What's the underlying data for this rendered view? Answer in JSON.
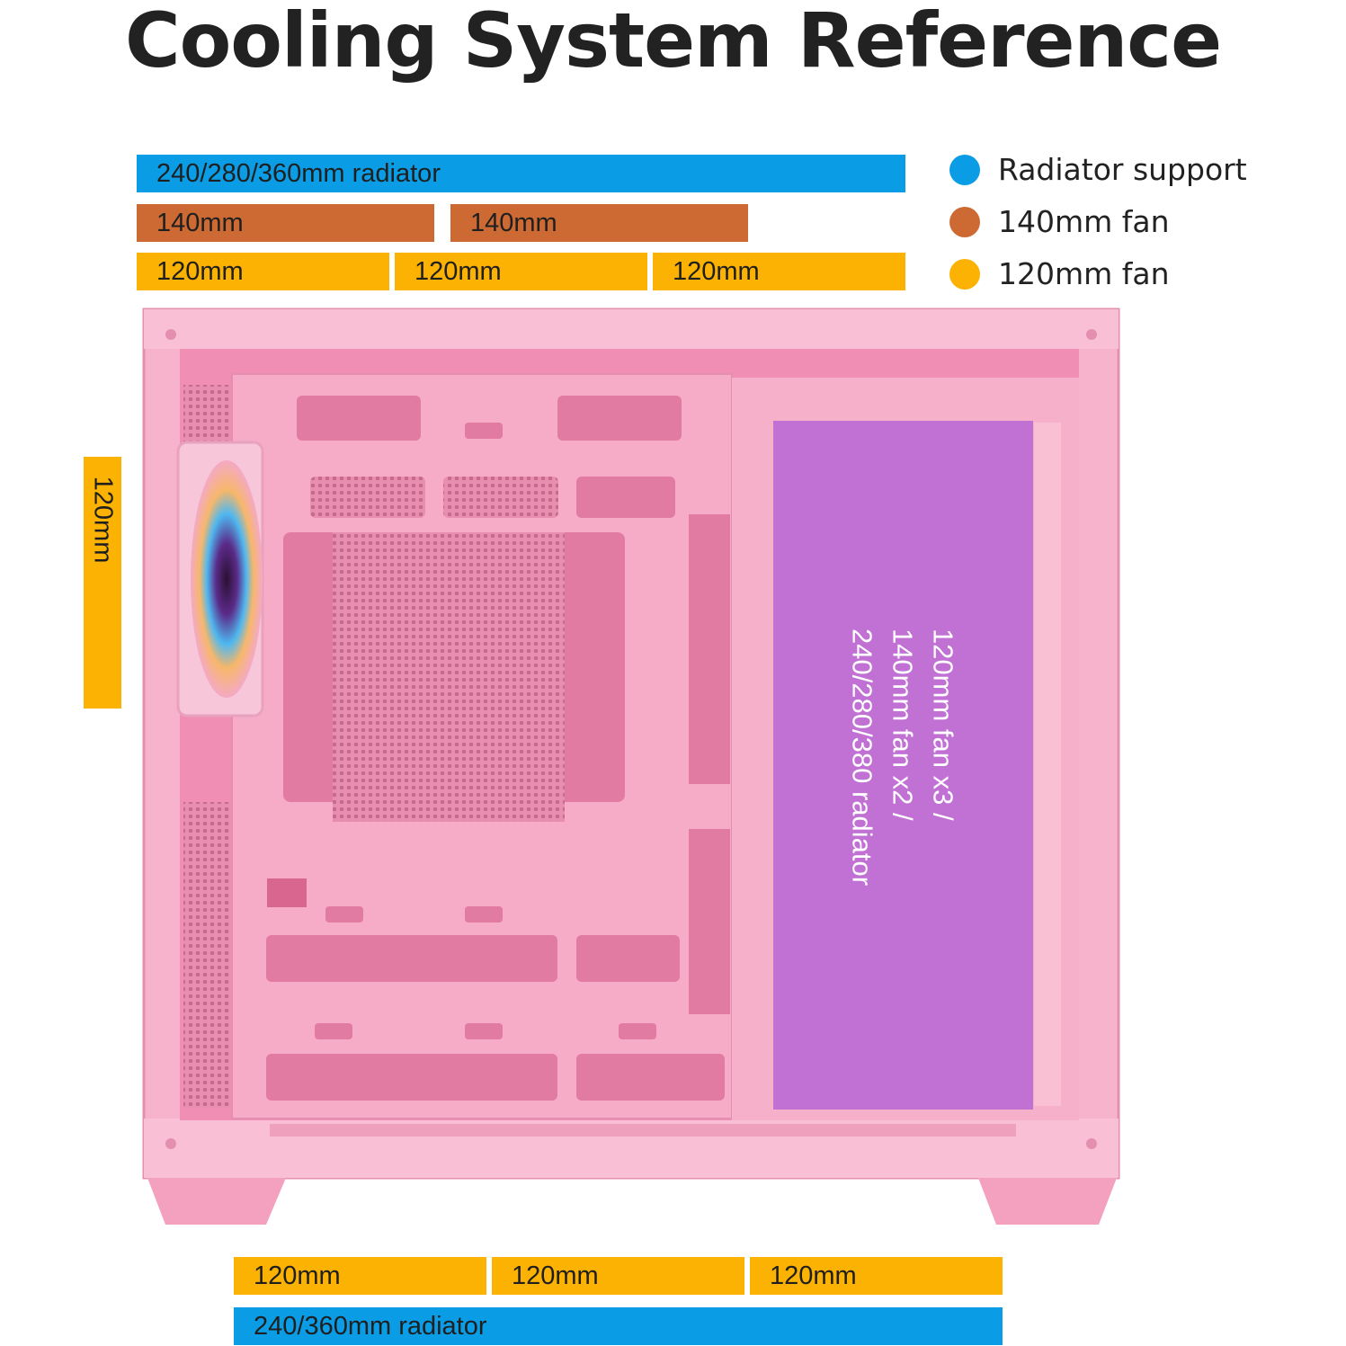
{
  "title": "Cooling System Reference",
  "legend": [
    {
      "label": "Radiator support",
      "color": "#0a9de6"
    },
    {
      "label": "140mm fan",
      "color": "#cd6a33"
    },
    {
      "label": "120mm fan",
      "color": "#fbb202"
    }
  ],
  "top": {
    "radiator": "240/280/360mm radiator",
    "fan140": [
      "140mm",
      "140mm"
    ],
    "fan120": [
      "120mm",
      "120mm",
      "120mm"
    ]
  },
  "rear": {
    "fan120": "120mm"
  },
  "side_overlay": {
    "lines": [
      "120mm fan x3 /",
      "140mm fan x2 /",
      "240/280/380 radiator"
    ]
  },
  "bottom": {
    "fan120": [
      "120mm",
      "120mm",
      "120mm"
    ],
    "radiator": "240/360mm radiator"
  },
  "case_color": "#f4a9c4"
}
